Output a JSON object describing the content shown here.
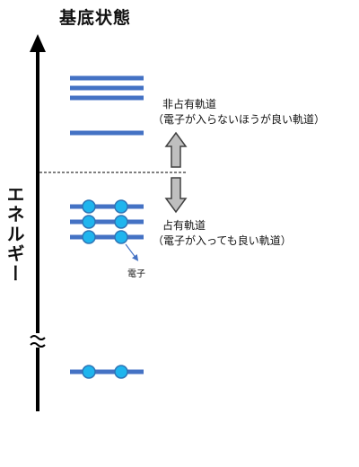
{
  "title": "基底状態",
  "axis_label": "エネルギー",
  "unoccupied": {
    "title": "非占有軌道",
    "subtitle": "（電子が入らないほうが良い軌道）"
  },
  "occupied": {
    "title": "占有軌道",
    "subtitle": "（電子が入っても良い軌道）"
  },
  "electron_label": "電子",
  "colors": {
    "orbital": "#4472c4",
    "electron_fill": "#1fb5ee",
    "electron_stroke": "#2e75b6",
    "arrow_fill": "#bfbfbf",
    "arrow_stroke": "#404040",
    "axis": "#000000"
  }
}
